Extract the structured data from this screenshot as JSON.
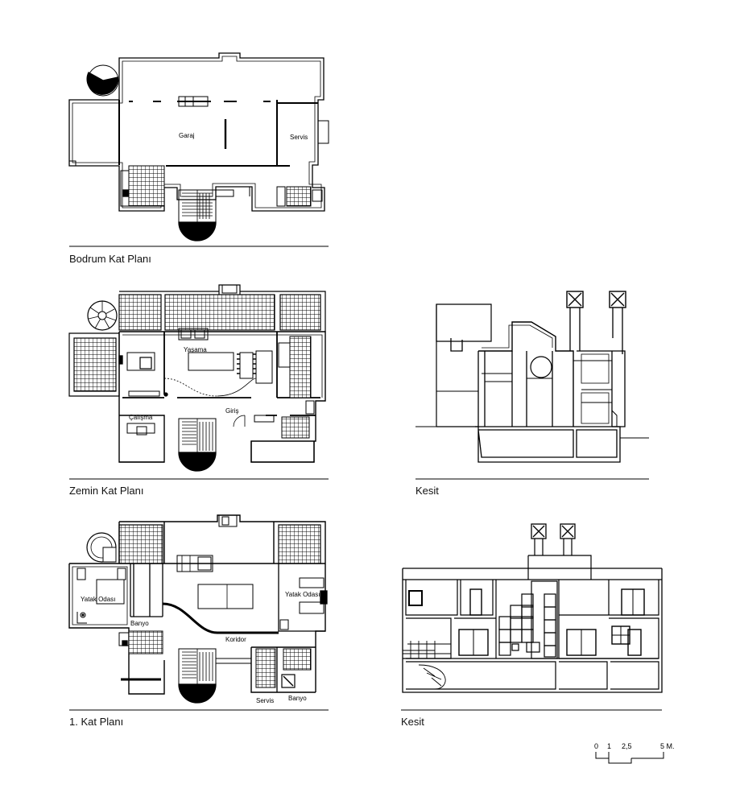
{
  "captions": {
    "basement": "Bodrum Kat Planı",
    "ground": "Zemin Kat Planı",
    "first": "1. Kat Planı",
    "section1": "Kesit",
    "section2": "Kesit"
  },
  "rooms": {
    "garaj": "Garaj",
    "servis_basement": "Servis",
    "yasama": "Yaşama",
    "giris": "Giriş",
    "calisma": "Çalışma",
    "yatak1": "Yatak Odası",
    "yatak2": "Yatak Odası",
    "banyo1": "Banyo",
    "koridor": "Koridor",
    "servis_first": "Servis",
    "banyo2": "Banyo"
  },
  "scale": {
    "t0": "0",
    "t1": "1",
    "t2": "2,5",
    "t3": "5 M."
  }
}
